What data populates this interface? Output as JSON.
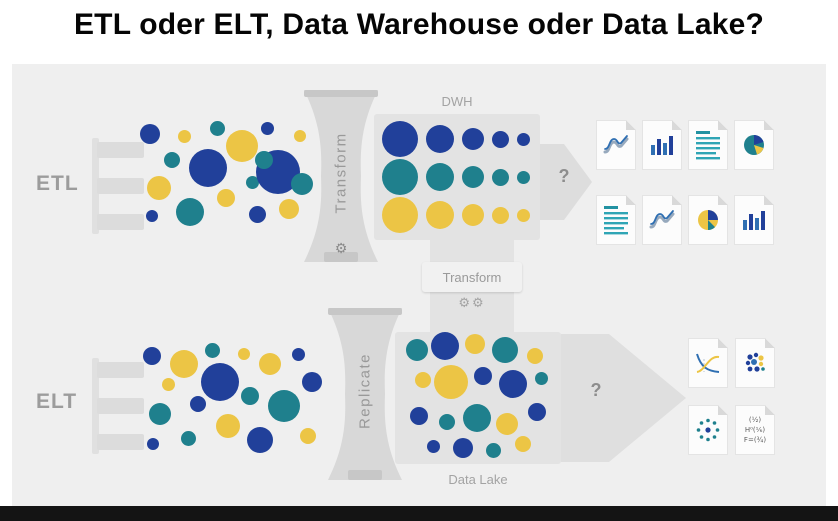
{
  "title": "ETL oder ELT, Data Warehouse oder Data Lake?",
  "colors": {
    "navy": "#21409a",
    "yellow": "#ecc545",
    "teal": "#1f808d"
  },
  "etl": {
    "label": "ETL",
    "funnel_label": "Transform",
    "container_label": "DWH",
    "question": "?"
  },
  "elt": {
    "label": "ELT",
    "funnel_label": "Replicate",
    "container_label": "Data Lake",
    "question": "?"
  },
  "middle": {
    "label": "Transform"
  },
  "glyphs": {
    "gear": "⚙",
    "gear_pair": "⚙⚙"
  },
  "dwh_rows": [
    {
      "color": "navy",
      "sizes": [
        36,
        28,
        22,
        17,
        13
      ]
    },
    {
      "color": "teal",
      "sizes": [
        36,
        28,
        22,
        17,
        13
      ]
    },
    {
      "color": "yellow",
      "sizes": [
        36,
        28,
        22,
        17,
        13
      ]
    }
  ],
  "etl_scatter": [
    [
      138,
      70,
      20,
      "navy"
    ],
    [
      160,
      96,
      16,
      "teal"
    ],
    [
      147,
      124,
      24,
      "yellow"
    ],
    [
      140,
      152,
      12,
      "navy"
    ],
    [
      172,
      72,
      13,
      "yellow"
    ],
    [
      178,
      148,
      28,
      "teal"
    ],
    [
      196,
      104,
      38,
      "navy"
    ],
    [
      205,
      64,
      15,
      "teal"
    ],
    [
      214,
      134,
      18,
      "yellow"
    ],
    [
      230,
      82,
      32,
      "yellow"
    ],
    [
      240,
      118,
      13,
      "teal"
    ],
    [
      245,
      150,
      17,
      "navy"
    ],
    [
      255,
      64,
      13,
      "navy"
    ],
    [
      266,
      108,
      44,
      "navy"
    ],
    [
      277,
      145,
      20,
      "yellow"
    ],
    [
      288,
      72,
      12,
      "yellow"
    ],
    [
      290,
      120,
      22,
      "teal"
    ],
    [
      252,
      96,
      18,
      "teal"
    ]
  ],
  "elt_scatter": [
    [
      140,
      292,
      18,
      "navy"
    ],
    [
      156,
      320,
      13,
      "yellow"
    ],
    [
      148,
      350,
      22,
      "teal"
    ],
    [
      141,
      380,
      12,
      "navy"
    ],
    [
      172,
      300,
      28,
      "yellow"
    ],
    [
      186,
      340,
      16,
      "navy"
    ],
    [
      176,
      374,
      15,
      "teal"
    ],
    [
      200,
      286,
      15,
      "teal"
    ],
    [
      208,
      318,
      38,
      "navy"
    ],
    [
      216,
      362,
      24,
      "yellow"
    ],
    [
      232,
      290,
      12,
      "yellow"
    ],
    [
      238,
      332,
      18,
      "teal"
    ],
    [
      248,
      376,
      26,
      "navy"
    ],
    [
      258,
      300,
      22,
      "yellow"
    ],
    [
      272,
      342,
      32,
      "teal"
    ],
    [
      286,
      290,
      13,
      "navy"
    ],
    [
      296,
      372,
      16,
      "yellow"
    ],
    [
      300,
      318,
      20,
      "navy"
    ]
  ],
  "datalake_bubbles": [
    [
      22,
      18,
      22,
      "teal"
    ],
    [
      50,
      14,
      28,
      "navy"
    ],
    [
      80,
      12,
      20,
      "yellow"
    ],
    [
      110,
      18,
      26,
      "teal"
    ],
    [
      140,
      24,
      16,
      "yellow"
    ],
    [
      28,
      48,
      16,
      "yellow"
    ],
    [
      56,
      50,
      34,
      "yellow"
    ],
    [
      88,
      44,
      18,
      "navy"
    ],
    [
      118,
      52,
      28,
      "navy"
    ],
    [
      146,
      46,
      13,
      "teal"
    ],
    [
      24,
      84,
      18,
      "navy"
    ],
    [
      52,
      90,
      16,
      "teal"
    ],
    [
      82,
      86,
      28,
      "teal"
    ],
    [
      112,
      92,
      22,
      "yellow"
    ],
    [
      142,
      80,
      18,
      "navy"
    ],
    [
      38,
      114,
      13,
      "navy"
    ],
    [
      68,
      116,
      20,
      "navy"
    ],
    [
      98,
      118,
      15,
      "teal"
    ],
    [
      128,
      112,
      16,
      "yellow"
    ]
  ],
  "top_docs": [
    "line-chart",
    "bar-chart",
    "text-doc",
    "pie-a",
    "text-doc",
    "line-chart",
    "pie-b",
    "bar-chart"
  ],
  "bottom_docs": [
    "curve-chart",
    "dot-chart",
    "radial-chart",
    "formula"
  ],
  "formula_lines": [
    "(½)",
    "H⁰(⅙)",
    "F=(¾)"
  ]
}
